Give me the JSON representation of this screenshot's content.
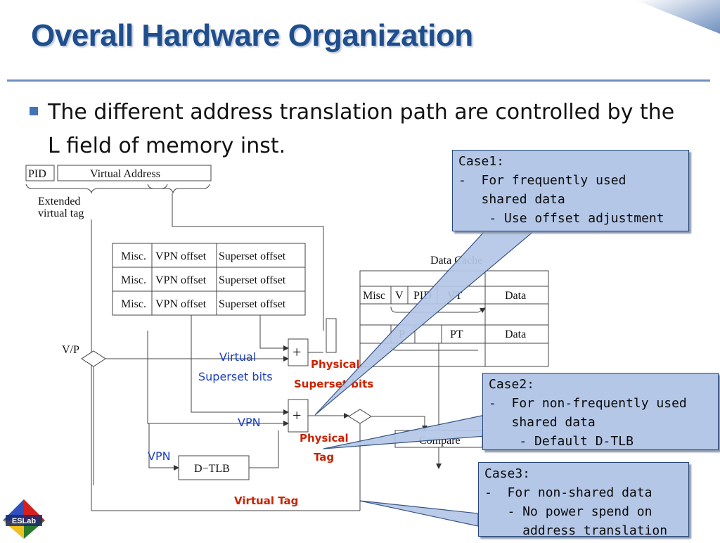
{
  "slide": {
    "title": "Overall Hardware Organization",
    "bullet": "The different address translation path are controlled by the L field of memory inst."
  },
  "diagram": {
    "pid": "PID",
    "virtual_address": "Virtual Address",
    "extended_tag_line1": "Extended",
    "extended_tag_line2": "virtual tag",
    "table_rows": [
      [
        "Misc.",
        "VPN offset",
        "Superset offset"
      ],
      [
        "Misc.",
        "VPN offset",
        "Superset offset"
      ],
      [
        "Misc.",
        "VPN offset",
        "Superset offset"
      ]
    ],
    "data_cache": "Data Cache",
    "cache_row1": [
      "Misc",
      "V",
      "PID",
      "VT",
      "Data"
    ],
    "cache_row2": [
      "P",
      "PT",
      "Data"
    ],
    "vp": "V/P",
    "plus": "+",
    "compare": "Compare",
    "dtlb": "D−TLB",
    "virtual_superset_line1": "Virtual",
    "virtual_superset_line2": "Superset bits",
    "physical_superset_line1": "Physical",
    "physical_superset_line2": "Superset bits",
    "vpn_1": "VPN",
    "vpn_2": "VPN",
    "physical_tag_line1": "Physical",
    "physical_tag_line2": "Tag",
    "virtual_tag": "Virtual Tag"
  },
  "callouts": {
    "case1": "Case1:\n-  For frequently used\n   shared data\n    - Use offset adjustment",
    "case2": "Case2:\n-  For non-frequently used\n   shared data\n    - Default D-TLB",
    "case3": "Case3:\n-  For non-shared data\n   - No power spend on\n     address translation"
  },
  "logo": {
    "text": "ESLab"
  },
  "colors": {
    "title": "#1f4e8c",
    "accent_text": "#cc2200",
    "link_text": "#1a3fbf",
    "callout_fill": "#b4c7e7"
  }
}
